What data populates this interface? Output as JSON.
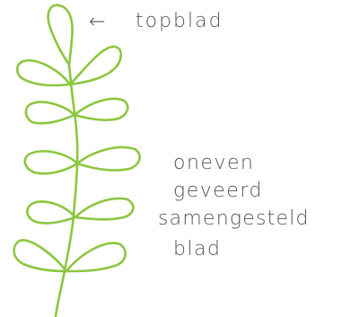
{
  "colors": {
    "leaf": "#8cc63f",
    "text": "#555555"
  },
  "icons": {
    "pointer": "left-arrow-icon"
  },
  "labels": {
    "top_arrow": "←",
    "top_leaf": "topblad",
    "desc_line1": "oneven",
    "desc_line2": "geveerd",
    "desc_line3": "samengesteld",
    "desc_line4": "blad"
  }
}
